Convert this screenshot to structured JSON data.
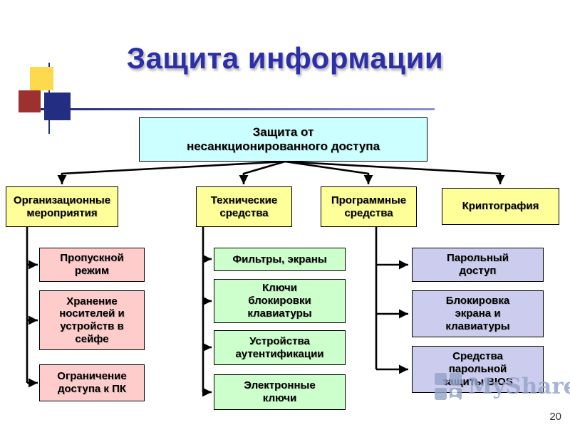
{
  "slide": {
    "title": "Защита информации",
    "page_number": "20",
    "watermark_text": "MyShared"
  },
  "palette": {
    "title_color": "#2c2fa8",
    "root_fill": "#ccffff",
    "category_fill": "#ffff99",
    "organizational_children_fill": "#ffcccc",
    "technical_children_fill": "#ccffcc",
    "software_children_fill": "#ccccee",
    "connector_color": "#000000"
  },
  "tree": {
    "root_label": "Защита от\nнесанкционированного доступа",
    "categories": [
      {
        "label": "Организационные\nмероприятия"
      },
      {
        "label": "Технические\nсредства"
      },
      {
        "label": "Программные\nсредства"
      },
      {
        "label": "Криптография"
      }
    ],
    "organizational_children": [
      {
        "label": "Пропускной\nрежим"
      },
      {
        "label": "Хранение\nносителей и\nустройств в\nсейфе"
      },
      {
        "label": "Ограничение\nдоступа к ПК"
      }
    ],
    "technical_children": [
      {
        "label": "Фильтры,  экраны"
      },
      {
        "label": "Ключи\nблокировки\nклавиатуры"
      },
      {
        "label": "Устройства\nаутентификации"
      },
      {
        "label": "Электронные\nключи"
      }
    ],
    "software_children": [
      {
        "label": "Парольный\nдоступ"
      },
      {
        "label": "Блокировка\nэкрана и\nклавиатуры"
      },
      {
        "label": "Средства\nпарольной\nзащиты BIOS"
      }
    ]
  }
}
